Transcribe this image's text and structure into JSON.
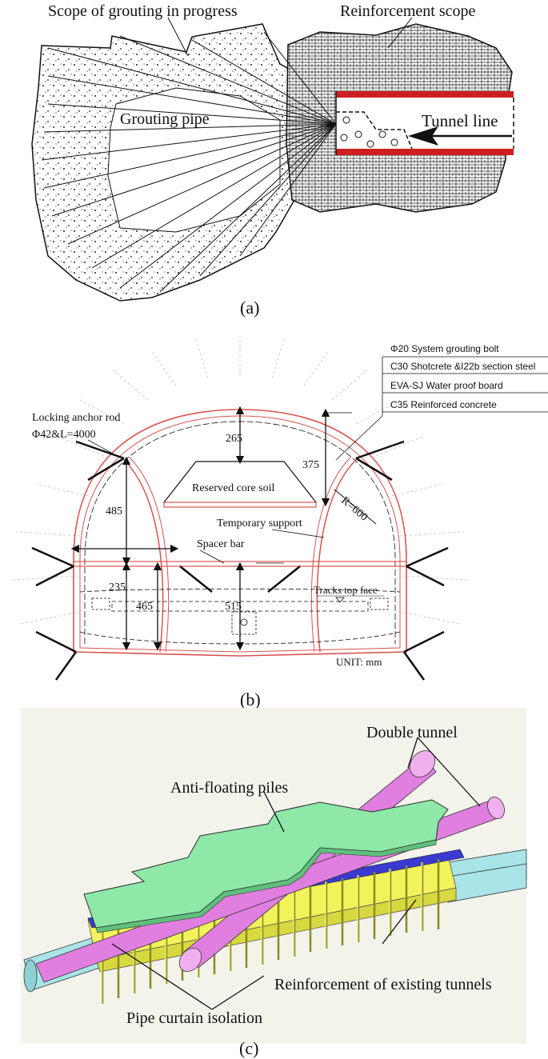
{
  "panel_a": {
    "caption": "(a)",
    "labels": {
      "grouting_scope": "Scope of grouting in progress",
      "reinforcement_scope": "Reinforcement scope",
      "grouting_pipe": "Grouting pipe",
      "tunnel_line": "Tunnel line"
    },
    "colors": {
      "tunnel_lining": "#cc1f1f"
    }
  },
  "panel_b": {
    "caption": "(b)",
    "legend": [
      "Φ20 System grouting bolt",
      "C30 Shotcrete &I22b section steel",
      "EVA-SJ Water proof board",
      "C35 Reinforced concrete"
    ],
    "labels": {
      "locking_anchor_line1": "Locking anchor rod",
      "locking_anchor_line2": "Φ42&L=4000",
      "reserved_core_soil": "Reserved core soil",
      "temporary_support": "Temporary support",
      "radius": "R=600",
      "spacer_bar": "Spacer bar",
      "tracks_top_face": "Tracks top face",
      "unit": "UNIT: mm"
    },
    "dimensions": [
      "265",
      "375",
      "485",
      "235",
      "465",
      "515"
    ],
    "colors": {
      "lining": "#d9534f"
    }
  },
  "panel_c": {
    "caption": "(c)",
    "labels": {
      "double_tunnel": "Double tunnel",
      "anti_floating_piles": "Anti-floating piles",
      "reinforcement_existing": "Reinforcement of existing tunnels",
      "pipe_curtain": "Pipe curtain isolation"
    },
    "colors": {
      "double_tunnel": "#e07fe0",
      "existing_tunnel": "#a8e4e8",
      "cap": "#8ee8a8",
      "reinforcement": "#f2f25a",
      "pipe_curtain": "#3a3ad0",
      "background": "#f3f3ec"
    }
  }
}
